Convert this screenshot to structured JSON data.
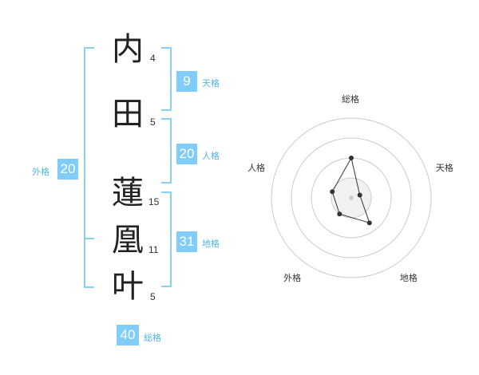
{
  "characters": [
    {
      "char": "内",
      "strokes": "4"
    },
    {
      "char": "田",
      "strokes": "5"
    },
    {
      "char": "蓮",
      "strokes": "15"
    },
    {
      "char": "凰",
      "strokes": "11"
    },
    {
      "char": "叶",
      "strokes": "5"
    }
  ],
  "scores": {
    "tenkaku": {
      "label": "天格",
      "value": "9"
    },
    "jinkaku": {
      "label": "人格",
      "value": "20"
    },
    "chikaku": {
      "label": "地格",
      "value": "31"
    },
    "gaikaku": {
      "label": "外格",
      "value": "20"
    },
    "soukaku": {
      "label": "総格",
      "value": "40"
    }
  },
  "colors": {
    "accent": "#7fcdf8",
    "accent_text": "#4fb6ea",
    "bracket": "#8ccff5"
  },
  "chart_data": {
    "type": "radar",
    "axes": [
      "総格",
      "天格",
      "地格",
      "外格",
      "人格"
    ],
    "values": [
      40,
      9,
      31,
      20,
      20
    ],
    "rings": 4,
    "ring_values": [
      20,
      40,
      60,
      80
    ],
    "max": 80
  }
}
